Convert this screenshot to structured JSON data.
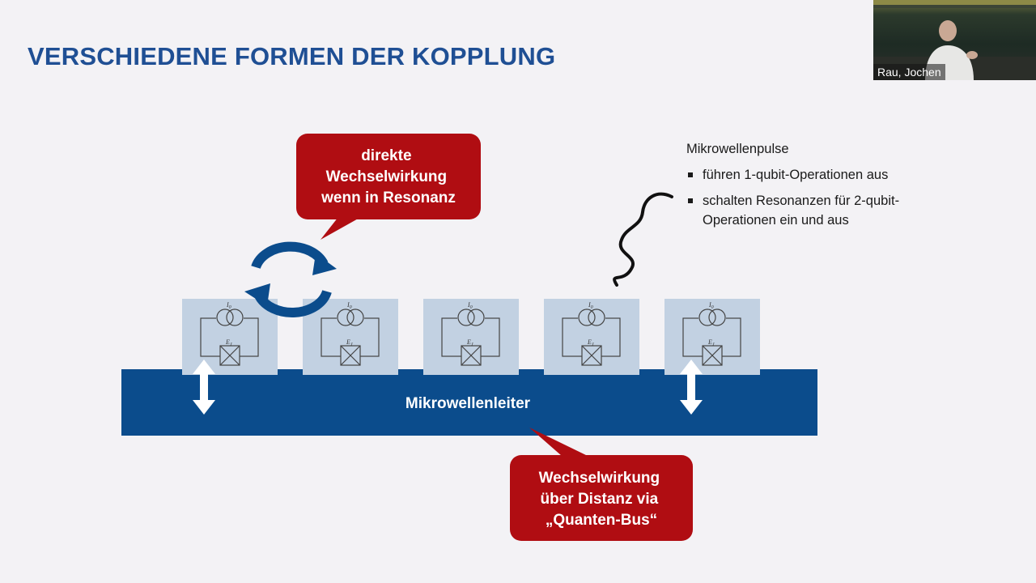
{
  "slide": {
    "title": "VERSCHIEDENE FORMEN DER KOPPLUNG",
    "callout_top": {
      "lines": [
        "direkte",
        "Wechselwirkung",
        "wenn in Resonanz"
      ]
    },
    "callout_bottom": {
      "lines": [
        "Wechselwirkung",
        "über Distanz via",
        "„Quanten-Bus“"
      ]
    },
    "bus_label": "Mikrowellenleiter",
    "bullets": {
      "heading": "Mikrowellenpulse",
      "items": [
        "führen 1-qubit-Operationen aus",
        "schalten Resonanzen für 2-qubit-Operationen ein und aus"
      ]
    },
    "qubit": {
      "current_label": "I",
      "current_sub": "0",
      "junction_label": "E",
      "junction_sub": "J"
    },
    "colors": {
      "title": "#1f4f94",
      "bus": "#0b4c8c",
      "callout": "#b00d12",
      "qubit_box": "#c2d1e2",
      "cycle_arrows": "#0b4c8c"
    }
  },
  "webcam": {
    "participant_name": "Rau, Jochen"
  }
}
